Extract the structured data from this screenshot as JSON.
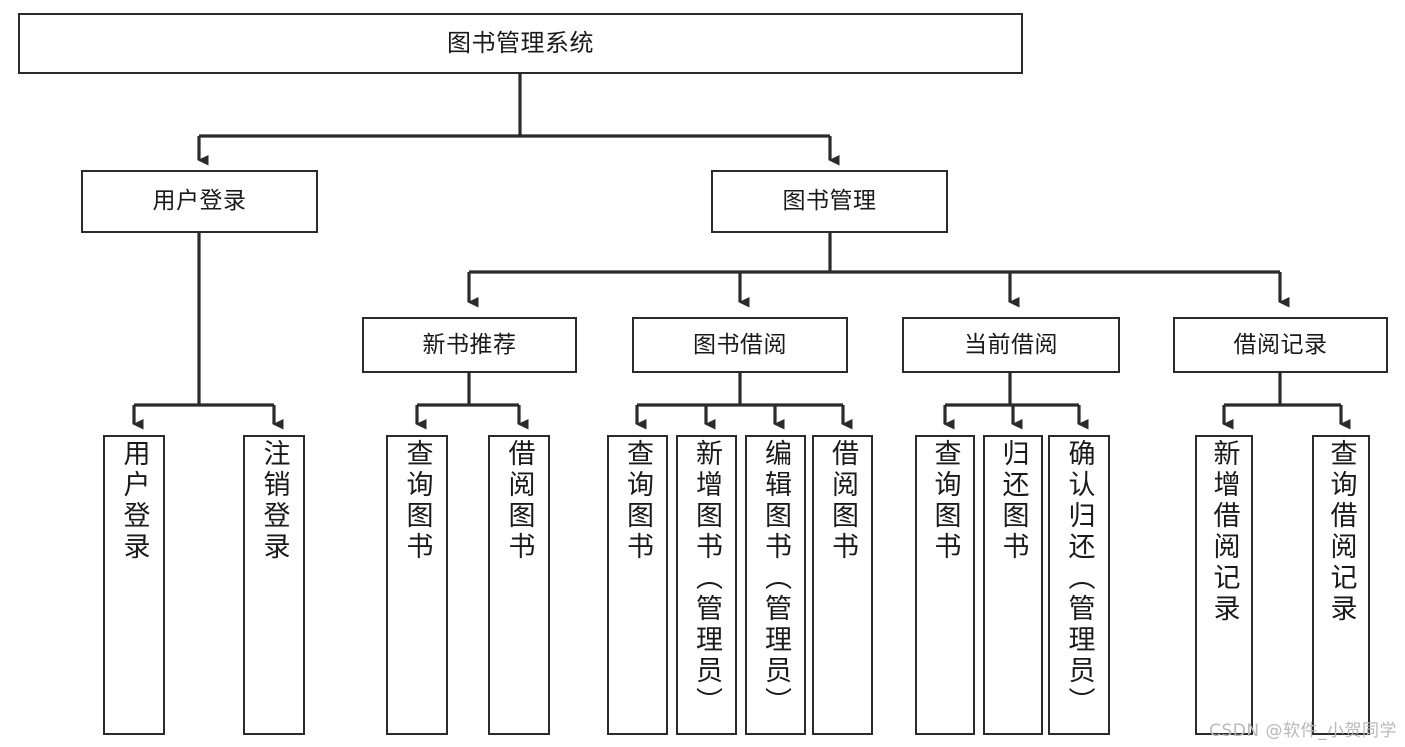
{
  "diagram": {
    "title": "图书管理系统",
    "watermark": "CSDN @软件_小贺同学",
    "accent_color": "#2b2b2b",
    "background_color": "#ffffff",
    "levels": {
      "root": "图书管理系统",
      "level2": [
        "用户登录",
        "图书管理"
      ],
      "level3": [
        "新书推荐",
        "图书借阅",
        "当前借阅",
        "借阅记录"
      ]
    }
  },
  "nodes": {
    "root": {
      "label": "图书管理系统"
    },
    "user_login": {
      "label": "用户登录"
    },
    "book_manage": {
      "label": "图书管理"
    },
    "new_book_rec": {
      "label": "新书推荐"
    },
    "book_borrow": {
      "label": "图书借阅"
    },
    "current_borrow": {
      "label": "当前借阅"
    },
    "borrow_record": {
      "label": "借阅记录"
    },
    "leaf_user_login": {
      "label": "用户登录"
    },
    "leaf_user_logout": {
      "label": "注销登录"
    },
    "leaf_rec_query": {
      "label": "查询图书"
    },
    "leaf_rec_borrow": {
      "label": "借阅图书"
    },
    "leaf_bb_query": {
      "label": "查询图书"
    },
    "leaf_bb_add": {
      "label": "新增图书（管理员）"
    },
    "leaf_bb_edit": {
      "label": "编辑图书（管理员）"
    },
    "leaf_bb_borrow": {
      "label": "借阅图书"
    },
    "leaf_cb_query": {
      "label": "查询图书"
    },
    "leaf_cb_return": {
      "label": "归还图书"
    },
    "leaf_cb_confirm": {
      "label": "确认归还（管理员）"
    },
    "leaf_br_add": {
      "label": "新增借阅记录"
    },
    "leaf_br_query": {
      "label": "查询借阅记录"
    }
  }
}
